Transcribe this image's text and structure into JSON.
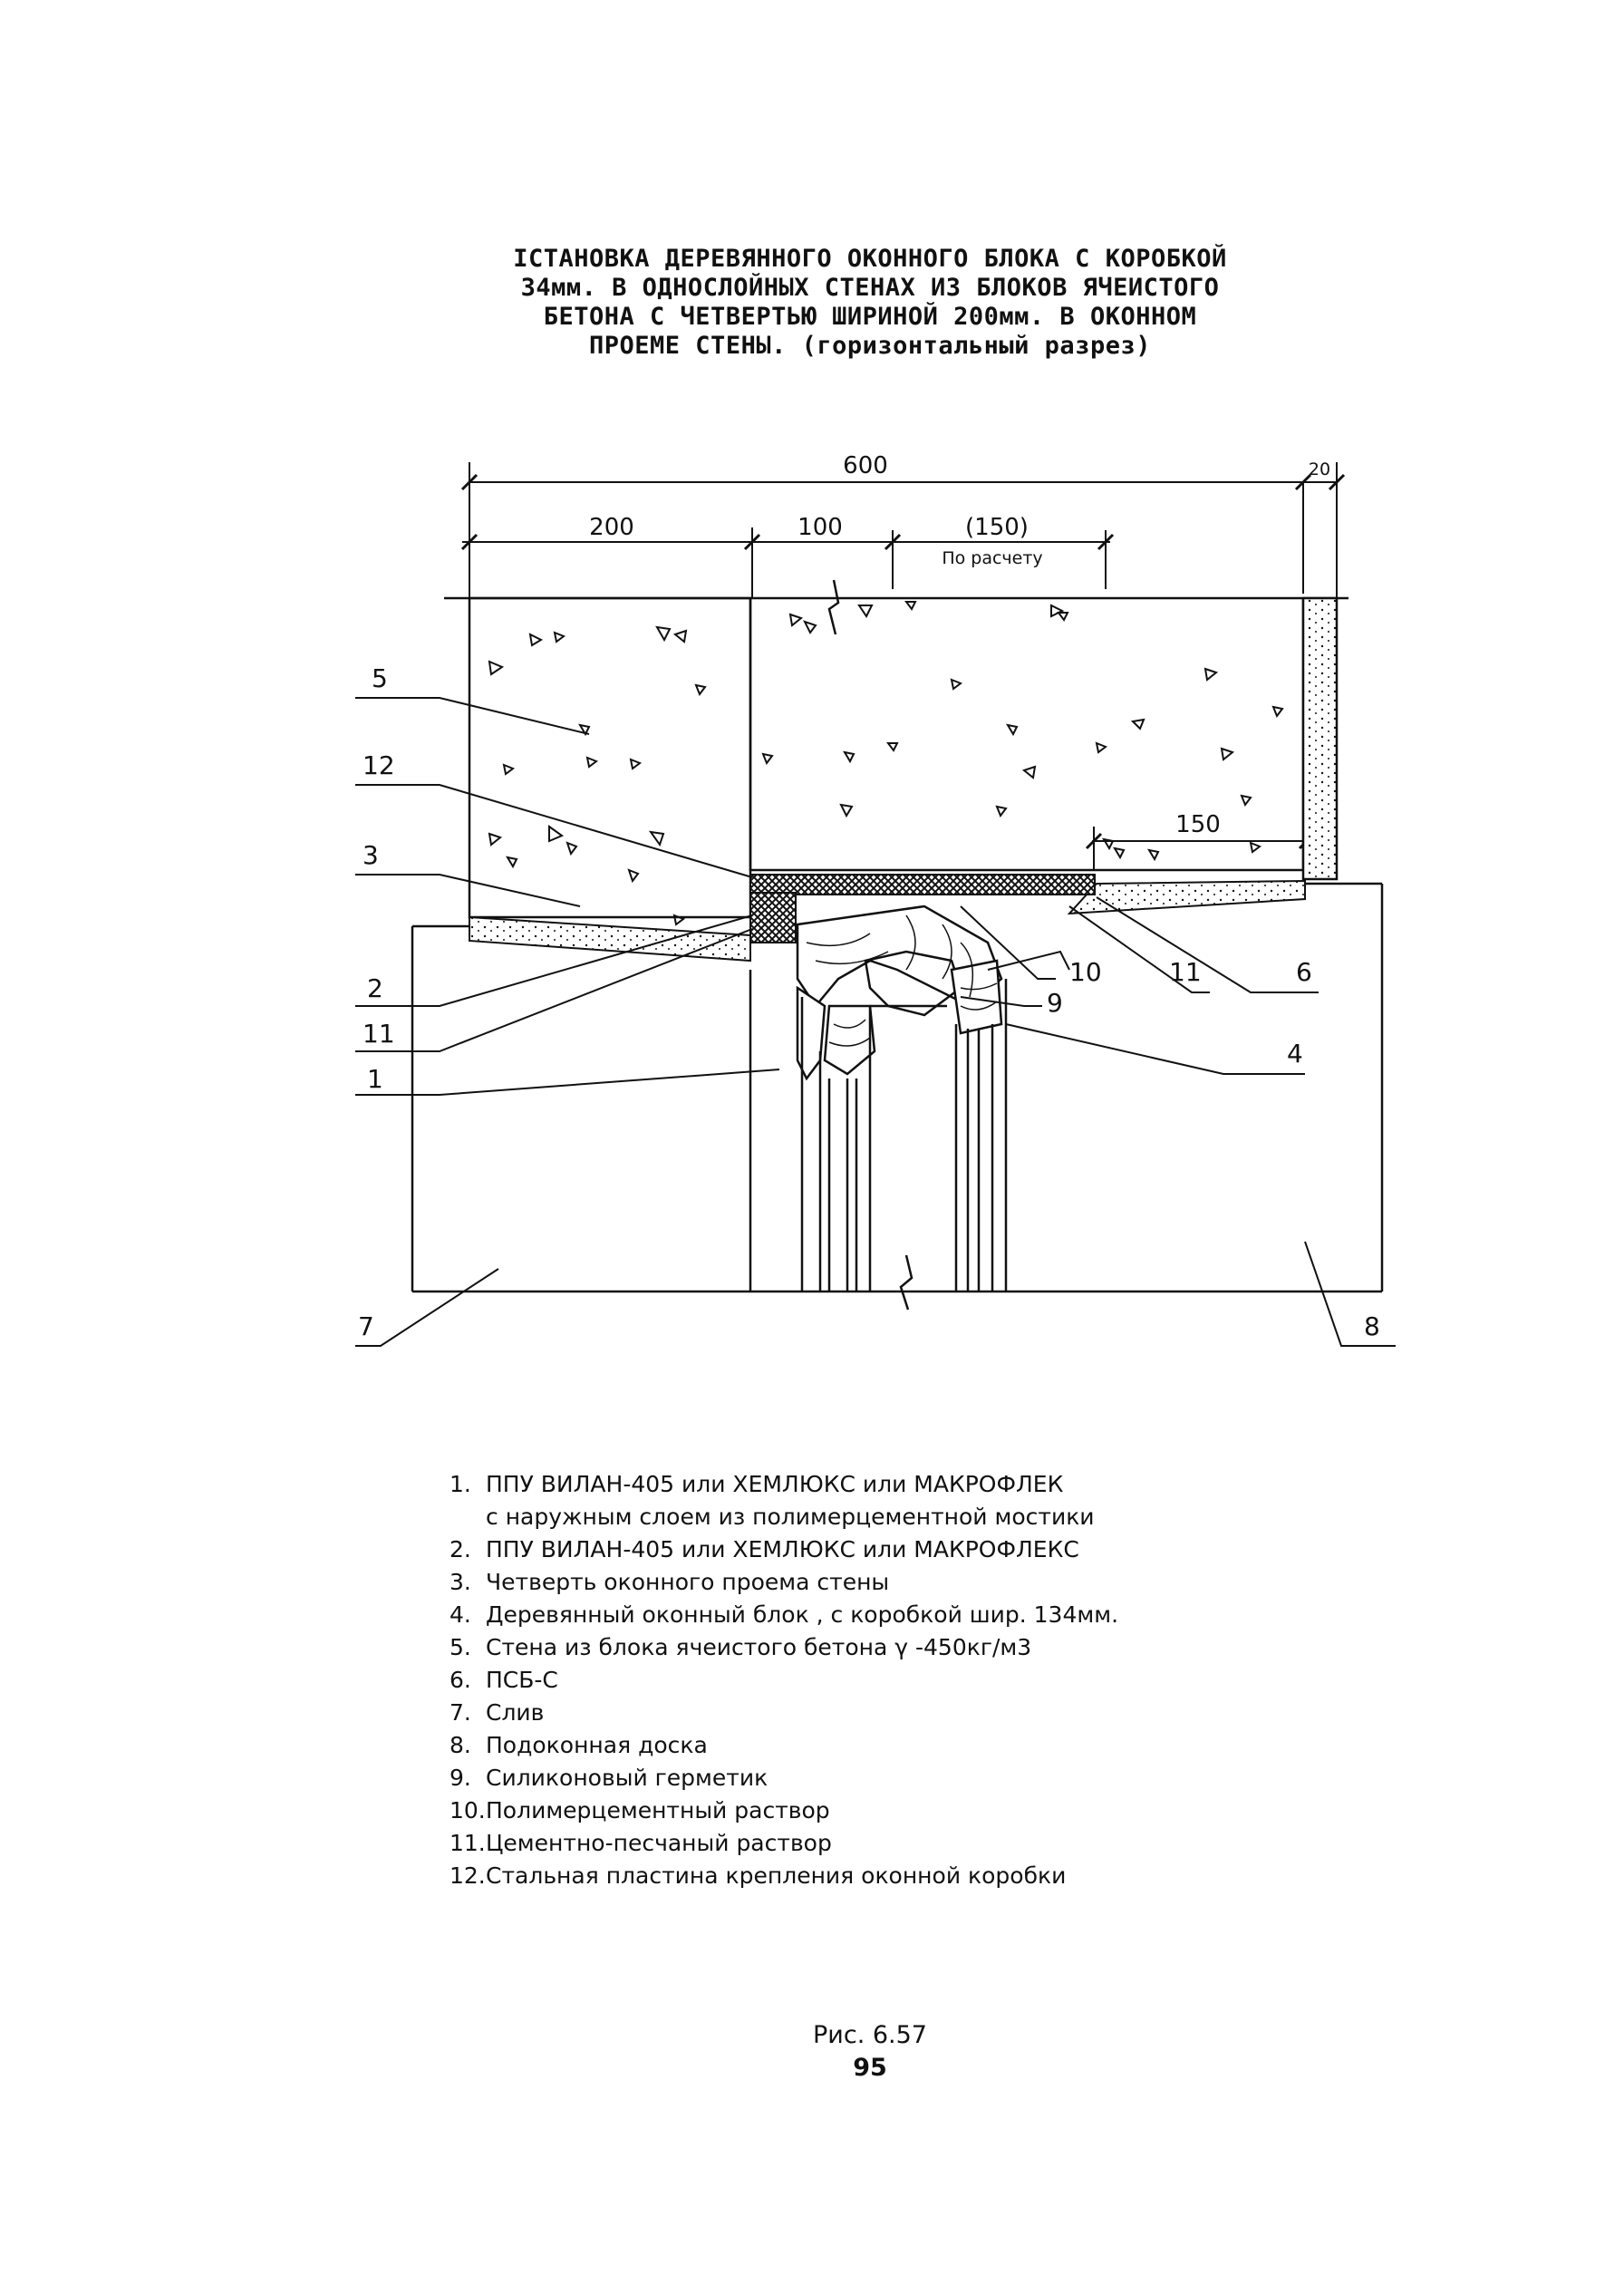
{
  "title": {
    "lines": [
      "ІСТАНОВКА ДЕРЕВЯННОГО ОКОННОГО БЛОКА С КОРОБКОЙ",
      "34мм. В ОДНОСЛОЙНЫХ СТЕНАХ ИЗ БЛОКОВ  ЯЧЕИСТОГО",
      "БЕТОНА С ЧЕТВЕРТЬЮ ШИРИНОЙ 200мм. В ОКОННОМ",
      "ПРОЕМЕ СТЕНЫ.  (горизонтальный разрез)"
    ]
  },
  "dimensions": {
    "total": "600",
    "right": "20",
    "quarter": "200",
    "frame": "100",
    "calc": "(150)",
    "calc_note": "По расчету",
    "inner": "150"
  },
  "callouts": [
    "5",
    "12",
    "3",
    "2",
    "11",
    "1",
    "7",
    "10",
    "9",
    "11",
    "6",
    "4",
    "8"
  ],
  "legend": {
    "items": [
      {
        "num": "1.",
        "text": "ППУ ВИЛАН-405 или ХЕМЛЮКС или МАКРОФЛЕК",
        "cont": "с наружным слоем из полимерцементной мостики"
      },
      {
        "num": "2.",
        "text": "ППУ ВИЛАН-405 или ХЕМЛЮКС или МАКРОФЛЕКС"
      },
      {
        "num": "3.",
        "text": "Четверть оконного проема стены"
      },
      {
        "num": "4.",
        "text": "Деревянный оконный блок , с коробкой шир. 134мм."
      },
      {
        "num": "5.",
        "text": "Стена из блока ячеистого бетона  γ -450кг/м3"
      },
      {
        "num": "6.",
        "text": "ПСБ-С"
      },
      {
        "num": "7.",
        "text": "Слив"
      },
      {
        "num": "8.",
        "text": "Подоконная доска"
      },
      {
        "num": "9.",
        "text": "Силиконовый герметик"
      },
      {
        "num": "10.",
        "text": "Полимерцементный раствор"
      },
      {
        "num": "11.",
        "text": "Цементно-песчаный раствор"
      },
      {
        "num": "12.",
        "text": "Стальная пластина крепления оконной коробки"
      }
    ]
  },
  "caption": {
    "figure": "Рис. 6.57",
    "page": "95"
  }
}
